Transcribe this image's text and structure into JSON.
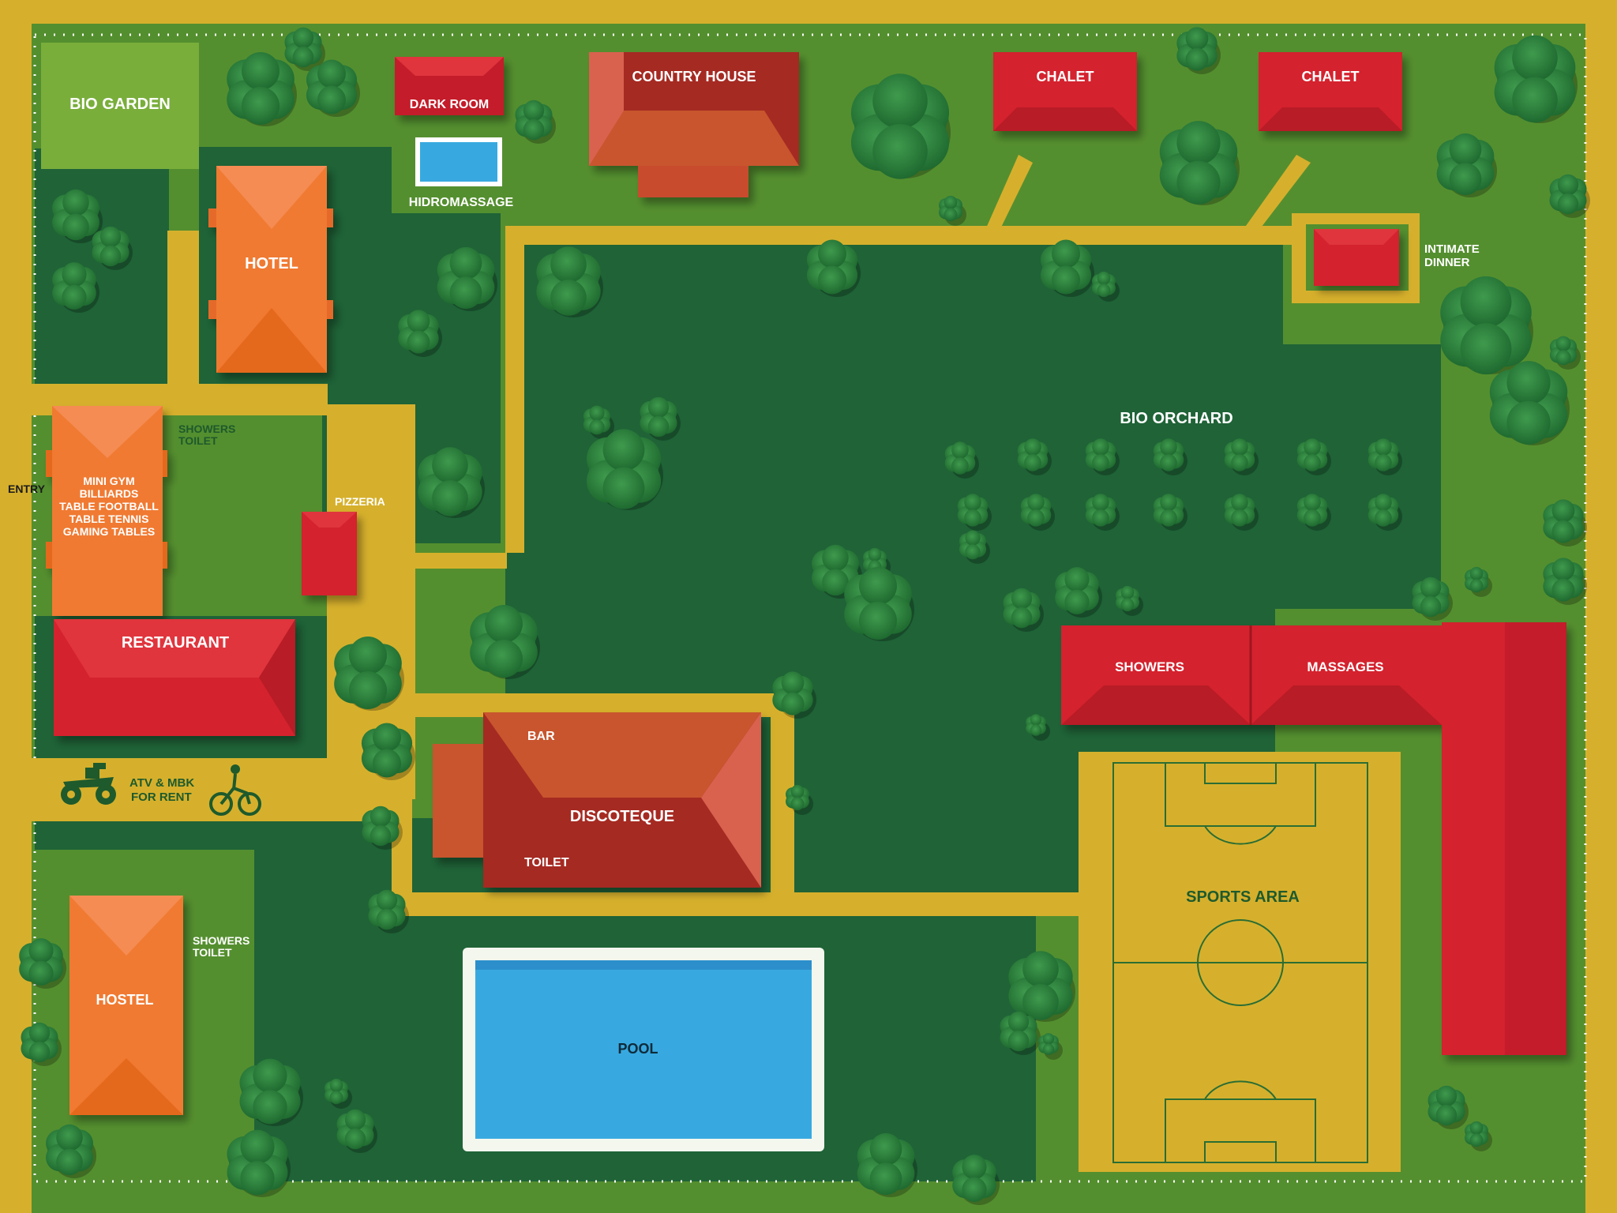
{
  "colors": {
    "ground_outer": "#d6b02c",
    "grass_light": "#548f2f",
    "grass_dark": "#1f6337",
    "path": "#d6b02c",
    "garden": "#79ae3b",
    "orange_roof": "#f07a32",
    "red_roof": "#d4222e",
    "brown_roof": "#b4432b",
    "pool_water": "#38a9e0",
    "tree": "#2a7a3c",
    "field_lines": "#2b6d33",
    "label_light": "#ffffff",
    "label_dark": "#1e5a2c"
  },
  "labels": {
    "bio_garden": "BIO GARDEN",
    "dark_room": "DARK ROOM",
    "hidromassage": "HIDROMASSAGE",
    "country_house": "COUNTRY HOUSE",
    "chalet_1": "CHALET",
    "chalet_2": "CHALET",
    "intimate_dinner_1": "INTIMATE",
    "intimate_dinner_2": "DINNER",
    "hotel": "HOTEL",
    "bio_orchard": "BIO ORCHARD",
    "showers_toilet_1a": "SHOWERS",
    "showers_toilet_1b": "TOILET",
    "entry": "ENTRY",
    "gym_1": "MINI GYM",
    "gym_2": "BILLIARDS",
    "gym_3": "TABLE FOOTBALL",
    "gym_4": "TABLE TENNIS",
    "gym_5": "GAMING TABLES",
    "pizzeria": "PIZZERIA",
    "restaurant": "RESTAURANT",
    "showers": "SHOWERS",
    "massages": "MASSAGES",
    "bar": "BAR",
    "discoteque": "DISCOTEQUE",
    "toilet": "TOILET",
    "atv_1": "ATV & MBK",
    "atv_2": "FOR RENT",
    "sports_area": "SPORTS AREA",
    "showers_toilet_2a": "SHOWERS",
    "showers_toilet_2b": "TOILET",
    "hostel": "HOSTEL",
    "pool": "POOL"
  },
  "icons": {
    "atv": "atv-icon",
    "bike": "bicycle-icon",
    "tree": "tree-icon"
  }
}
